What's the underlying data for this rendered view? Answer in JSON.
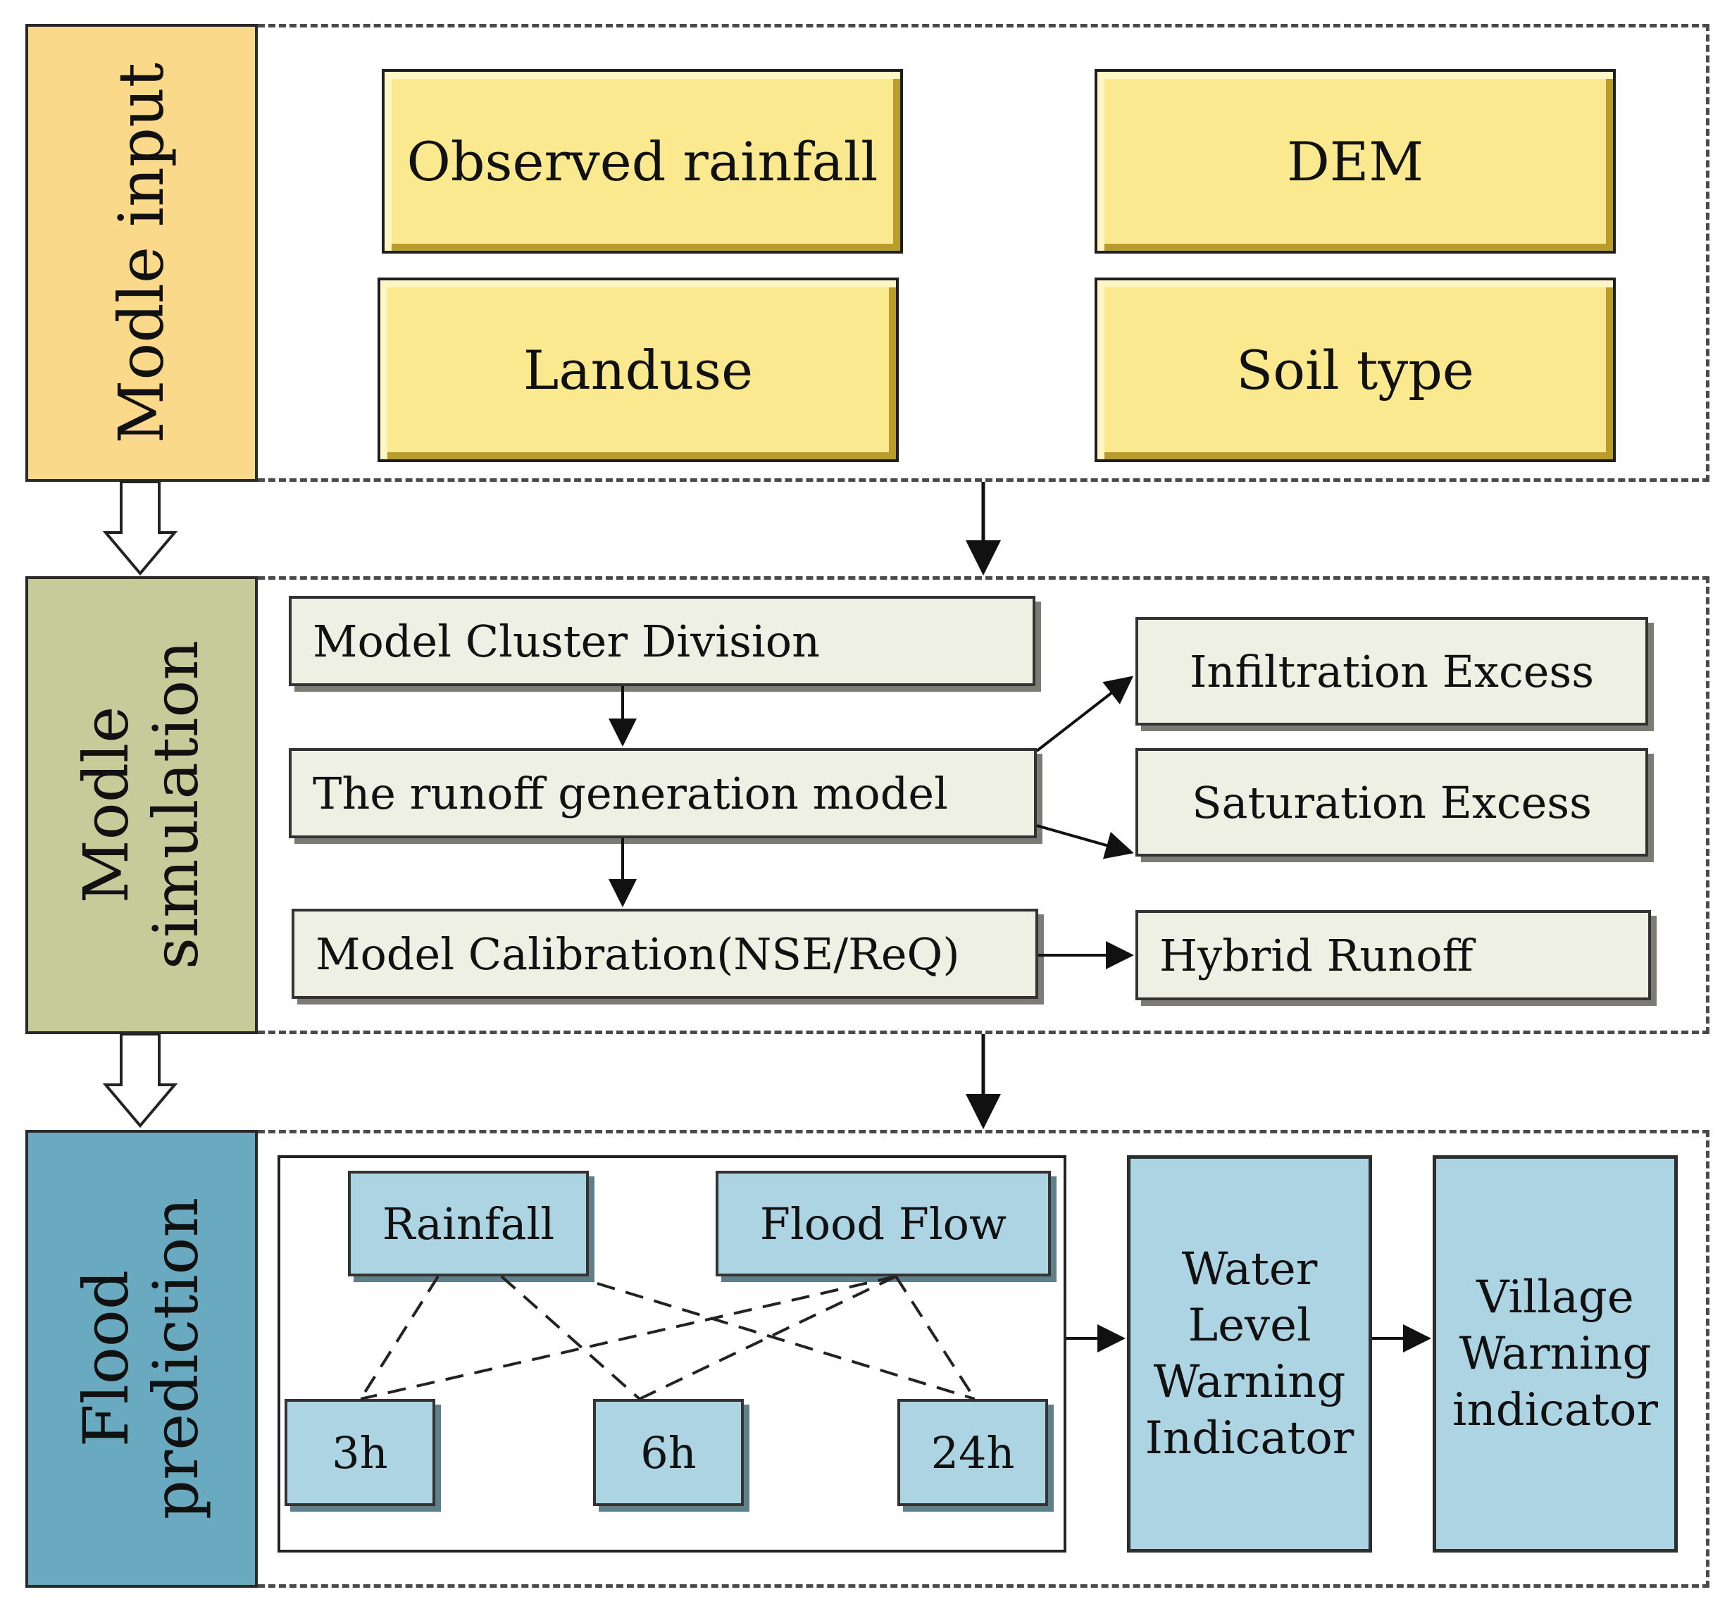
{
  "sections": {
    "input": {
      "label_lines": [
        "Modle input"
      ],
      "color": "#fbd98b"
    },
    "simulation": {
      "label_lines": [
        "Modle",
        "simulation"
      ],
      "color": "#c5cc9a"
    },
    "prediction": {
      "label_lines": [
        "Flood",
        "prediction"
      ],
      "color": "#6aaac1"
    }
  },
  "inputs": {
    "observed_rainfall": "Observed rainfall",
    "dem": "DEM",
    "landuse": "Landuse",
    "soil_type": "Soil type"
  },
  "simulation": {
    "cluster_division": "Model Cluster Division",
    "runoff_model": "The runoff generation model",
    "calibration": "Model Calibration(NSE/ReQ)",
    "infiltration_excess": "Infiltration Excess",
    "saturation_excess": "Saturation Excess",
    "hybrid_runoff": "Hybrid Runoff"
  },
  "prediction": {
    "rainfall": "Rainfall",
    "flood_flow": "Flood Flow",
    "h3": "3h",
    "h6": "6h",
    "h24": "24h",
    "water_level_lines": [
      "Water",
      "Level",
      "Warning",
      "Indicator"
    ],
    "village_lines": [
      "Village",
      "Warning",
      "indicator"
    ]
  }
}
